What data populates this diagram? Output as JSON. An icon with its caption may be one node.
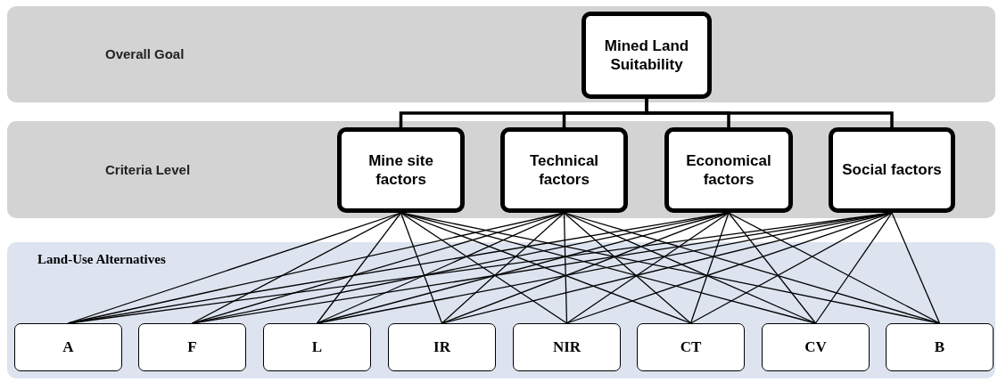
{
  "diagram": {
    "nodes": [
      {
        "text": [
          "Overall Goal"
        ]
      },
      {
        "text": [
          "Mined Land Suitability"
        ],
        "in": 0
      },
      {
        "text": [
          "Criteria Level"
        ]
      },
      {
        "text": [
          "Mine site factors"
        ],
        "in": 2
      },
      {
        "text": [
          "Technical factors"
        ],
        "in": 2
      },
      {
        "text": [
          "Economical factors"
        ],
        "in": 2
      },
      {
        "text": [
          "Social factors"
        ],
        "in": 2
      },
      {
        "text": [
          "Land-Use Alternatives"
        ]
      },
      {
        "text": [
          "A"
        ],
        "in": 7
      },
      {
        "text": [
          "F"
        ],
        "in": 7
      },
      {
        "text": [
          "L"
        ],
        "in": 7
      },
      {
        "text": [
          "IR"
        ],
        "in": 7
      },
      {
        "text": [
          "NIR"
        ],
        "in": 7
      },
      {
        "text": [
          "CT"
        ],
        "in": 7
      },
      {
        "text": [
          "CV"
        ],
        "in": 7
      },
      {
        "text": [
          "B"
        ],
        "in": 7
      }
    ],
    "edges": [
      {
        "from": 1,
        "to": 3,
        "arrow": "none",
        "style": "thick"
      },
      {
        "from": 1,
        "to": 4,
        "arrow": "none",
        "style": "thick"
      },
      {
        "from": 1,
        "to": 5,
        "arrow": "none",
        "style": "thick"
      },
      {
        "from": 1,
        "to": 6,
        "arrow": "none",
        "style": "thick"
      },
      {
        "from": 3,
        "to": 8,
        "arrow": "none"
      },
      {
        "from": 3,
        "to": 9,
        "arrow": "none"
      },
      {
        "from": 3,
        "to": 10,
        "arrow": "none"
      },
      {
        "from": 3,
        "to": 11,
        "arrow": "none"
      },
      {
        "from": 3,
        "to": 12,
        "arrow": "none"
      },
      {
        "from": 3,
        "to": 13,
        "arrow": "none"
      },
      {
        "from": 3,
        "to": 14,
        "arrow": "none"
      },
      {
        "from": 3,
        "to": 15,
        "arrow": "none"
      },
      {
        "from": 4,
        "to": 8,
        "arrow": "none"
      },
      {
        "from": 4,
        "to": 9,
        "arrow": "none"
      },
      {
        "from": 4,
        "to": 10,
        "arrow": "none"
      },
      {
        "from": 4,
        "to": 11,
        "arrow": "none"
      },
      {
        "from": 4,
        "to": 12,
        "arrow": "none"
      },
      {
        "from": 4,
        "to": 13,
        "arrow": "none"
      },
      {
        "from": 4,
        "to": 14,
        "arrow": "none"
      },
      {
        "from": 4,
        "to": 15,
        "arrow": "none"
      },
      {
        "from": 5,
        "to": 8,
        "arrow": "none"
      },
      {
        "from": 5,
        "to": 9,
        "arrow": "none"
      },
      {
        "from": 5,
        "to": 10,
        "arrow": "none"
      },
      {
        "from": 5,
        "to": 11,
        "arrow": "none"
      },
      {
        "from": 5,
        "to": 12,
        "arrow": "none"
      },
      {
        "from": 5,
        "to": 13,
        "arrow": "none"
      },
      {
        "from": 5,
        "to": 14,
        "arrow": "none"
      },
      {
        "from": 5,
        "to": 15,
        "arrow": "none"
      },
      {
        "from": 6,
        "to": 8,
        "arrow": "none"
      },
      {
        "from": 6,
        "to": 9,
        "arrow": "none"
      },
      {
        "from": 6,
        "to": 10,
        "arrow": "none"
      },
      {
        "from": 6,
        "to": 11,
        "arrow": "none"
      },
      {
        "from": 6,
        "to": 12,
        "arrow": "none"
      },
      {
        "from": 6,
        "to": 13,
        "arrow": "none"
      },
      {
        "from": 6,
        "to": 14,
        "arrow": "none"
      },
      {
        "from": 6,
        "to": 15,
        "arrow": "none"
      }
    ]
  }
}
